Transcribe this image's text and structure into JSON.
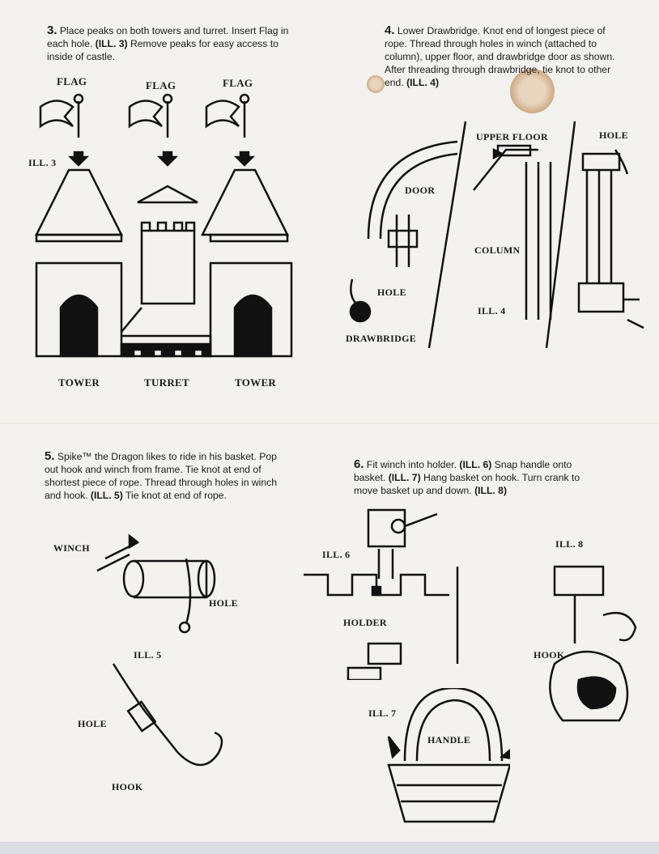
{
  "step3": {
    "num": "3.",
    "text_a": " Place peaks on both towers and turret. Insert Flag in each hole. ",
    "ref": "(ILL. 3)",
    "text_b": " Remove peaks for easy access to inside of castle."
  },
  "step4": {
    "num": "4.",
    "text_a": " Lower Drawbridge. Knot end of longest piece of rope. Thread through holes in winch (attached to column), upper floor, and drawbridge door as shown. After threading through drawbridge, tie knot to other end. ",
    "ref": "(ILL. 4)"
  },
  "step5": {
    "num": "5.",
    "text_a": " Spike™ the Dragon likes to ride in his basket. Pop out hook and winch from frame. Tie knot at end of shortest piece of rope. Thread through holes in winch and hook. ",
    "ref": "(ILL. 5)",
    "text_b": " Tie knot at end of rope."
  },
  "step6": {
    "num": "6.",
    "text_a": " Fit winch into holder. ",
    "ref1": "(ILL. 6)",
    "text_b": " Snap handle onto basket. ",
    "ref2": "(ILL. 7)",
    "text_c": " Hang basket on hook. Turn crank to move basket up and down. ",
    "ref3": "(ILL. 8)"
  },
  "ill3": {
    "title": "ILL. 3",
    "flag1": "FLAG",
    "flag2": "FLAG",
    "flag3": "FLAG",
    "tower1": "TOWER",
    "turret": "TURRET",
    "tower2": "TOWER"
  },
  "ill4": {
    "title": "ILL. 4",
    "door": "DOOR",
    "hole1": "HOLE",
    "drawbridge": "DRAWBRIDGE",
    "upper_floor": "UPPER FLOOR",
    "column": "COLUMN",
    "hole2": "HOLE"
  },
  "ill5": {
    "title": "ILL. 5",
    "winch": "WINCH",
    "hole1": "HOLE",
    "hole2": "HOLE",
    "hook": "HOOK"
  },
  "ill6": {
    "title": "ILL. 6",
    "holder": "HOLDER"
  },
  "ill7": {
    "title": "ILL. 7",
    "handle": "HANDLE"
  },
  "ill8": {
    "title": "ILL. 8",
    "hook": "HOOK"
  }
}
